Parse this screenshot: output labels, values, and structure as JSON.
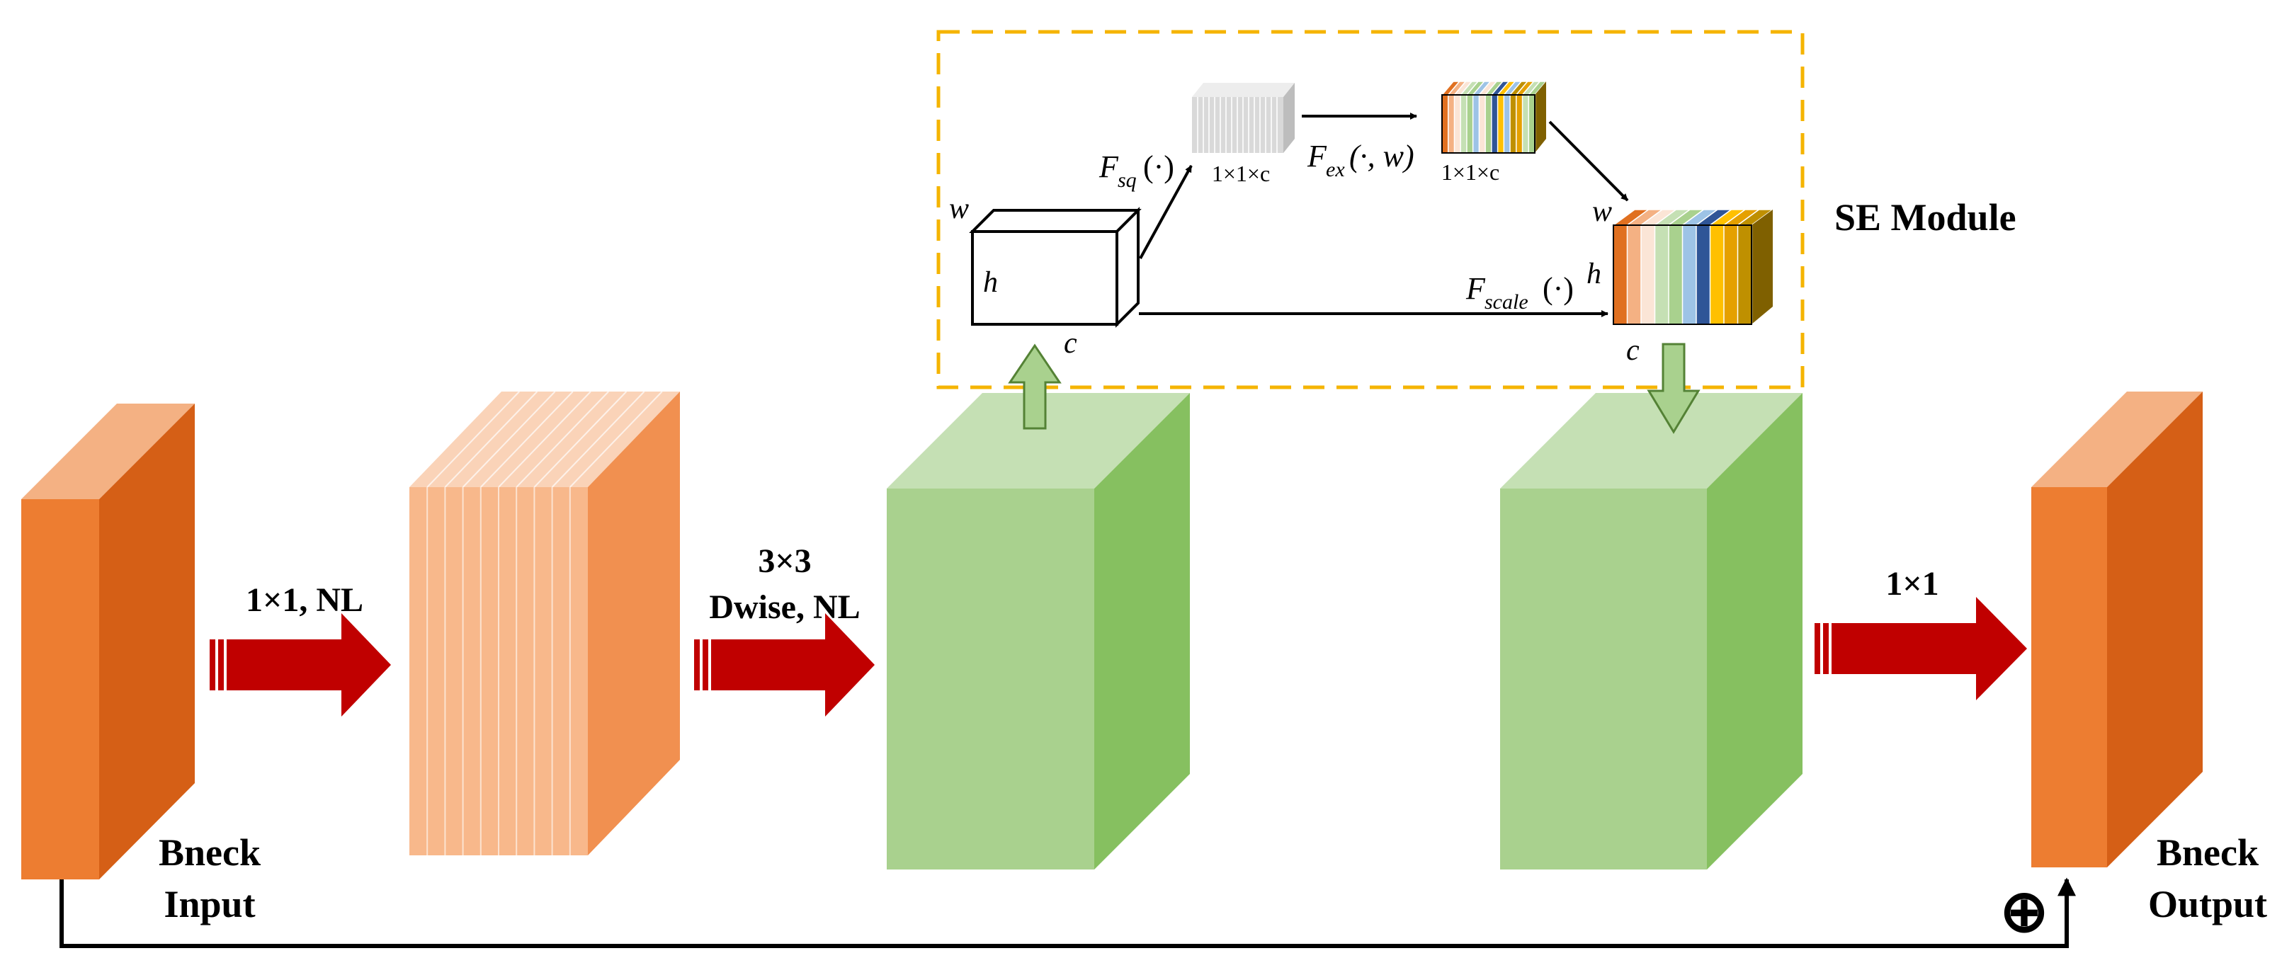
{
  "colors": {
    "orange_front": "#ED7D31",
    "orange_side": "#D55F16",
    "orange_top": "#F4B183",
    "peach_front": "#F8B88B",
    "peach_side": "#F19050",
    "peach_top": "#FAD3B8",
    "green_front": "#A9D18E",
    "green_side": "#86C060",
    "green_top": "#C5E0B4",
    "arrow_red": "#C00000",
    "se_border": "#F5B400",
    "up_arrow_fill": "#A9D18E",
    "up_arrow_stroke": "#548235",
    "channel_palette": [
      "#E07020",
      "#F4B183",
      "#FBE5D6",
      "#C5E0B4",
      "#A9D18E",
      "#9DC3E6",
      "#2F5597",
      "#FFC000",
      "#BF9000",
      "#E5A000"
    ]
  },
  "labels": {
    "input_line1": "Bneck",
    "input_line2": "Input",
    "output_line1": "Bneck",
    "output_line2": "Output",
    "conv1": "1×1, NL",
    "dwise_line1": "3×3",
    "dwise_line2": "Dwise, NL",
    "conv_out": "1×1",
    "se_title": "SE Module",
    "plus": "⊕"
  },
  "se": {
    "w": "w",
    "h": "h",
    "c": "c",
    "w2": "w",
    "h2": "h",
    "c2": "c",
    "fsq_F": "F",
    "fsq_sub": "sq",
    "fsq_arg": "(·)",
    "fex_F": "F",
    "fex_sub": "ex",
    "fex_arg": "(·, w)",
    "fscale_F": "F",
    "fscale_sub": "scale",
    "fscale_arg": "(·)",
    "squeeze_dim": "1×1×c",
    "excite_dim": "1×1×c"
  }
}
